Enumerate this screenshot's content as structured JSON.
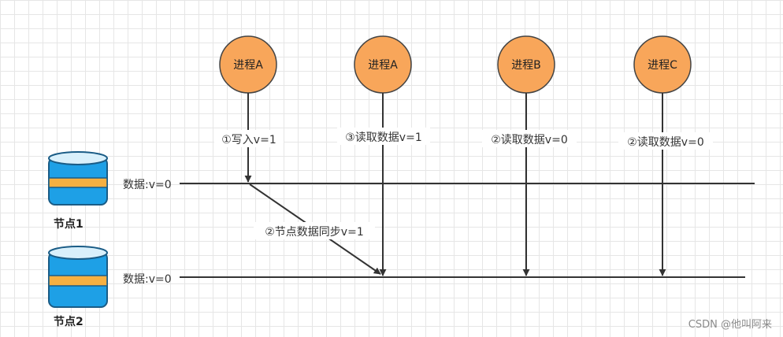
{
  "processes": [
    {
      "label": "进程A",
      "action": "①写入v=1"
    },
    {
      "label": "进程A",
      "action": "③读取数据v=1"
    },
    {
      "label": "进程B",
      "action": "②读取数据v=0"
    },
    {
      "label": "进程C",
      "action": "②读取数据v=0"
    }
  ],
  "nodes": [
    {
      "name": "节点1",
      "data_label": "数据:v=0"
    },
    {
      "name": "节点2",
      "data_label": "数据:v=0"
    }
  ],
  "sync_label": "②节点数据同步v=1",
  "watermark": "CSDN @他叫阿来",
  "colors": {
    "process_fill": "#f8a65a",
    "process_stroke": "#444444",
    "db_blue": "#1ea0e6",
    "db_orange": "#f6b042",
    "line": "#333333"
  }
}
